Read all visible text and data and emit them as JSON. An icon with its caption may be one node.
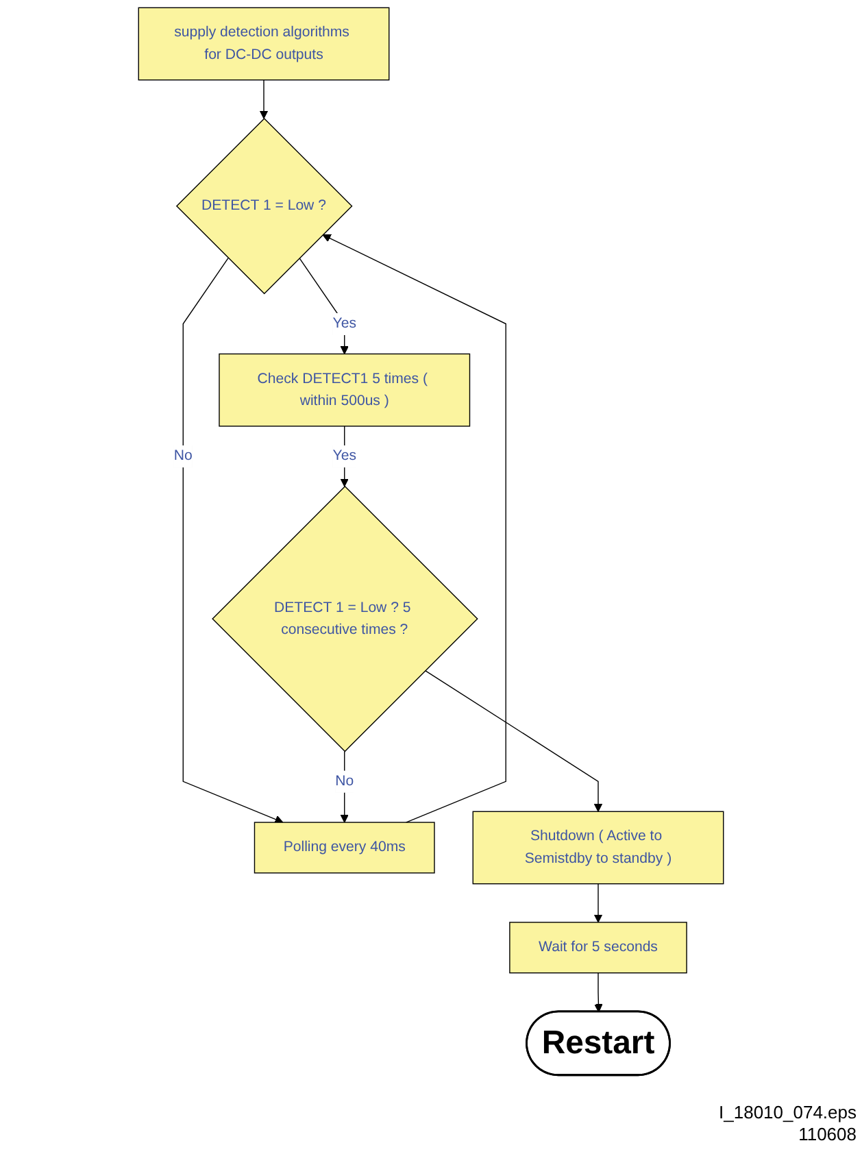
{
  "diagram": {
    "nodes": [
      {
        "text": [
          "supply detection algorithms for DC-DC outputs"
        ]
      },
      {
        "text": [
          "DETECT 1 = Low ?"
        ]
      },
      {
        "text": [
          "Polling every 40ms"
        ]
      },
      {
        "text": [
          "Check DETECT1 5 times ( within 500us )"
        ]
      },
      {
        "text": [
          "DETECT 1 = Low ? 5 consecutive times ?"
        ]
      },
      {
        "text": [
          "Shutdown ( Active to Semistdby to standby )"
        ]
      },
      {
        "text": [
          "Wait for 5 seconds"
        ]
      },
      {
        "text": [
          "Restart"
        ]
      }
    ],
    "edges": [
      {
        "from": 0,
        "to": 1,
        "arrow": "to"
      },
      {
        "from": 1,
        "to": 2,
        "label": "No",
        "arrow": "to"
      },
      {
        "from": 2,
        "to": 1,
        "arrow": "to"
      },
      {
        "from": 1,
        "to": 3,
        "label": "Yes",
        "arrow": "to"
      },
      {
        "from": 3,
        "to": 4,
        "label": "Yes",
        "arrow": "to"
      },
      {
        "from": 4,
        "to": 2,
        "label": "No",
        "arrow": "to"
      },
      {
        "from": 4,
        "to": 5,
        "arrow": "to"
      },
      {
        "from": 5,
        "to": 6,
        "arrow": "to"
      },
      {
        "from": 6,
        "to": 7,
        "arrow": "to"
      }
    ],
    "labels": [
      "I_18010_074.eps",
      "110608"
    ]
  }
}
